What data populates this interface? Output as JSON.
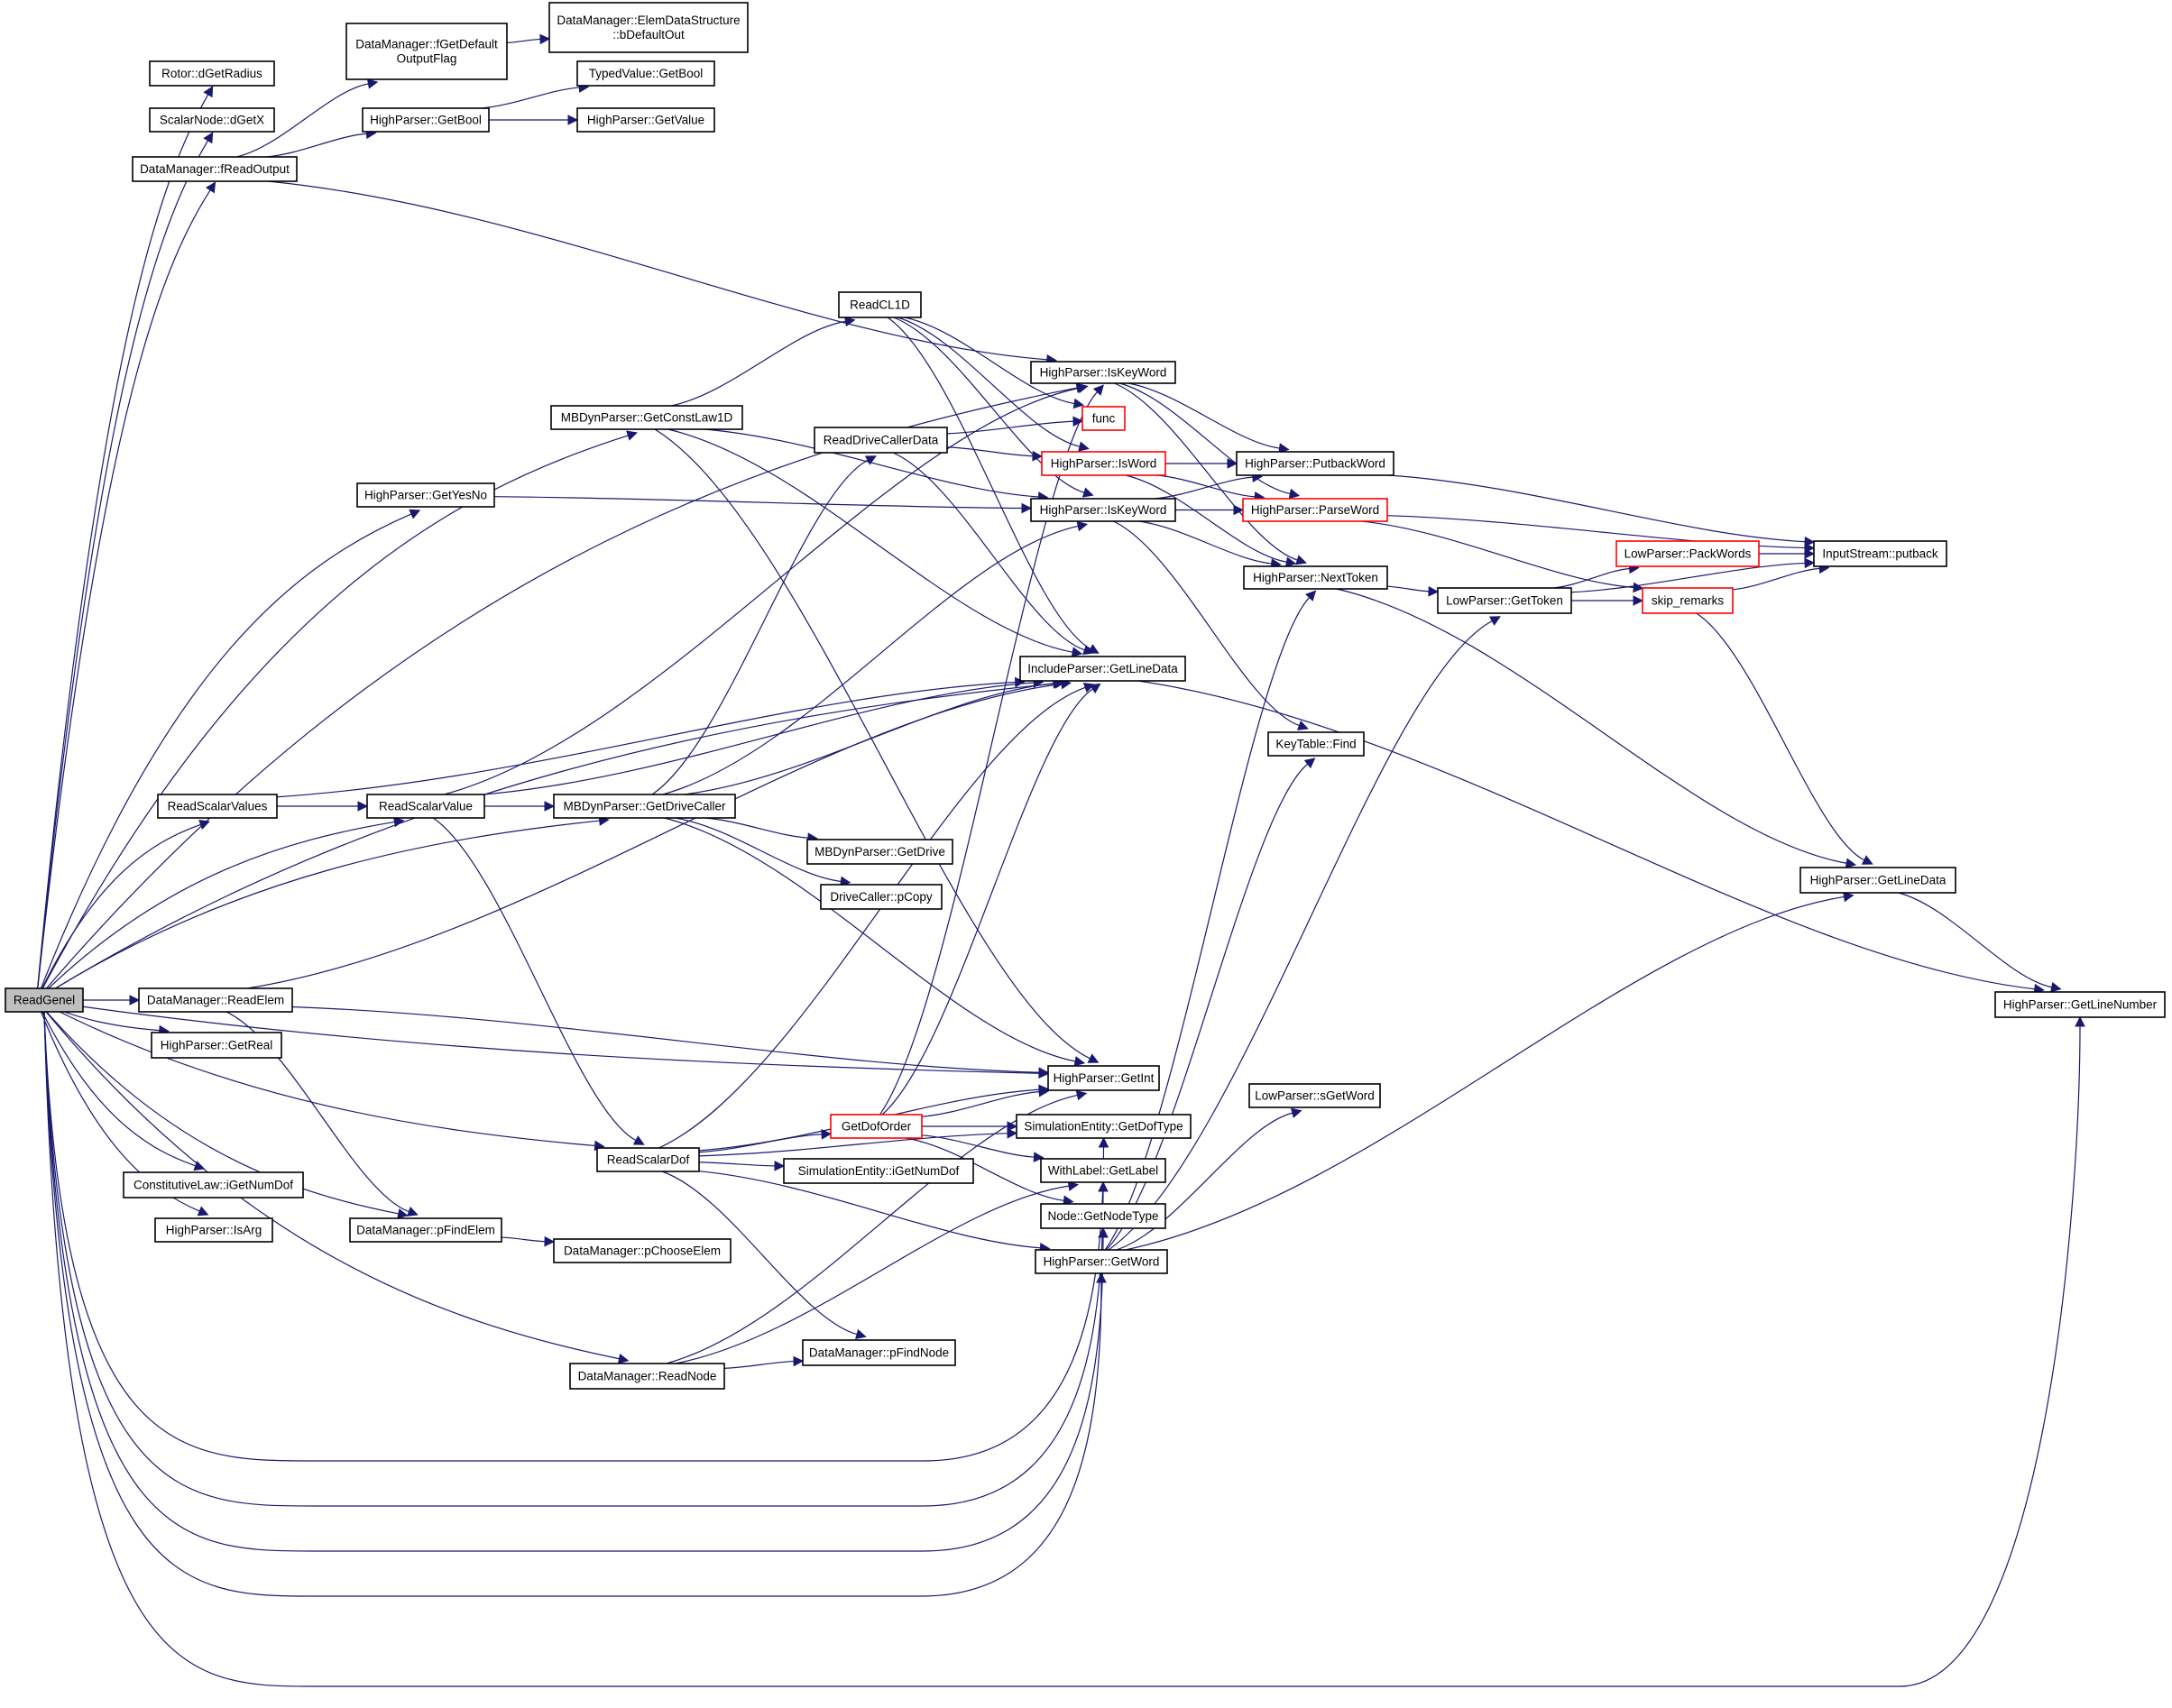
{
  "diagram": {
    "type": "call-graph",
    "root": "ReadGenel",
    "colors": {
      "edge": "#191970",
      "root_fill": "#bfbfbf",
      "node_border": "#000000",
      "truncated_border": "#ff0000"
    },
    "nodes": [
      {
        "id": "ReadGenel",
        "label": [
          "ReadGenel"
        ],
        "style": "root"
      },
      {
        "id": "rotor",
        "label": [
          "Rotor::dGetRadius"
        ]
      },
      {
        "id": "scalarnode",
        "label": [
          "ScalarNode::dGetX"
        ]
      },
      {
        "id": "freadoutput",
        "label": [
          "DataManager::fReadOutput"
        ]
      },
      {
        "id": "fgetdefault",
        "label": [
          "DataManager::fGetDefault",
          "OutputFlag"
        ]
      },
      {
        "id": "bdefaultout",
        "label": [
          "DataManager::ElemDataStructure",
          "::bDefaultOut"
        ]
      },
      {
        "id": "typedgetbool",
        "label": [
          "TypedValue::GetBool"
        ]
      },
      {
        "id": "hpgetbool",
        "label": [
          "HighParser::GetBool"
        ]
      },
      {
        "id": "hpgetvalue",
        "label": [
          "HighParser::GetValue"
        ]
      },
      {
        "id": "readcl1d",
        "label": [
          "ReadCL1D"
        ]
      },
      {
        "id": "getconstlaw",
        "label": [
          "MBDynParser::GetConstLaw1D"
        ]
      },
      {
        "id": "readdcd",
        "label": [
          "ReadDriveCallerData"
        ]
      },
      {
        "id": "getyesno",
        "label": [
          "HighParser::GetYesNo"
        ]
      },
      {
        "id": "iskeyword1",
        "label": [
          "HighParser::IsKeyWord"
        ]
      },
      {
        "id": "func",
        "label": [
          "func"
        ],
        "style": "red"
      },
      {
        "id": "isword",
        "label": [
          "HighParser::IsWord"
        ],
        "style": "red"
      },
      {
        "id": "iskeyword2",
        "label": [
          "HighParser::IsKeyWord"
        ]
      },
      {
        "id": "putbackword",
        "label": [
          "HighParser::PutbackWord"
        ]
      },
      {
        "id": "parseword",
        "label": [
          "HighParser::ParseWord"
        ],
        "style": "red"
      },
      {
        "id": "nexttoken",
        "label": [
          "HighParser::NextToken"
        ]
      },
      {
        "id": "gettoken",
        "label": [
          "LowParser::GetToken"
        ]
      },
      {
        "id": "packwords",
        "label": [
          "LowParser::PackWords"
        ],
        "style": "red"
      },
      {
        "id": "skipremarks",
        "label": [
          "skip_remarks"
        ],
        "style": "red"
      },
      {
        "id": "putback",
        "label": [
          "InputStream::putback"
        ]
      },
      {
        "id": "incgetlinedata",
        "label": [
          "IncludeParser::GetLineData"
        ]
      },
      {
        "id": "keytablefind",
        "label": [
          "KeyTable::Find"
        ]
      },
      {
        "id": "hpgetlinedata",
        "label": [
          "HighParser::GetLineData"
        ]
      },
      {
        "id": "getlinenumber",
        "label": [
          "HighParser::GetLineNumber"
        ]
      },
      {
        "id": "readscalarvalues",
        "label": [
          "ReadScalarValues"
        ]
      },
      {
        "id": "readscalarvalue",
        "label": [
          "ReadScalarValue"
        ]
      },
      {
        "id": "getdrivecaller",
        "label": [
          "MBDynParser::GetDriveCaller"
        ]
      },
      {
        "id": "getdrive",
        "label": [
          "MBDynParser::GetDrive"
        ]
      },
      {
        "id": "pcopy",
        "label": [
          "DriveCaller::pCopy"
        ]
      },
      {
        "id": "readelem",
        "label": [
          "DataManager::ReadElem"
        ]
      },
      {
        "id": "getreal",
        "label": [
          "HighParser::GetReal"
        ]
      },
      {
        "id": "getint",
        "label": [
          "HighParser::GetInt"
        ]
      },
      {
        "id": "getdoforder",
        "label": [
          "GetDofOrder"
        ],
        "style": "red"
      },
      {
        "id": "getdoftype",
        "label": [
          "SimulationEntity::GetDofType"
        ]
      },
      {
        "id": "readscalardof",
        "label": [
          "ReadScalarDof"
        ]
      },
      {
        "id": "igetnumdof",
        "label": [
          "SimulationEntity::iGetNumDof"
        ]
      },
      {
        "id": "getlabel",
        "label": [
          "WithLabel::GetLabel"
        ]
      },
      {
        "id": "sgetword",
        "label": [
          "LowParser::sGetWord"
        ]
      },
      {
        "id": "cligetnumdof",
        "label": [
          "ConstitutiveLaw::iGetNumDof"
        ]
      },
      {
        "id": "getnodetype",
        "label": [
          "Node::GetNodeType"
        ]
      },
      {
        "id": "isarg",
        "label": [
          "HighParser::IsArg"
        ]
      },
      {
        "id": "pfindelem",
        "label": [
          "DataManager::pFindElem"
        ]
      },
      {
        "id": "getword",
        "label": [
          "HighParser::GetWord"
        ]
      },
      {
        "id": "pchooseelem",
        "label": [
          "DataManager::pChooseElem"
        ]
      },
      {
        "id": "pfindnode",
        "label": [
          "DataManager::pFindNode"
        ]
      },
      {
        "id": "readnode",
        "label": [
          "DataManager::ReadNode"
        ]
      }
    ],
    "edges": [
      [
        "ReadGenel",
        "rotor"
      ],
      [
        "ReadGenel",
        "scalarnode"
      ],
      [
        "ReadGenel",
        "freadoutput"
      ],
      [
        "ReadGenel",
        "iskeyword1"
      ],
      [
        "ReadGenel",
        "incgetlinedata"
      ],
      [
        "ReadGenel",
        "getconstlaw"
      ],
      [
        "ReadGenel",
        "getyesno"
      ],
      [
        "ReadGenel",
        "readscalarvalues"
      ],
      [
        "ReadGenel",
        "readscalarvalue"
      ],
      [
        "ReadGenel",
        "getdrivecaller"
      ],
      [
        "ReadGenel",
        "readelem"
      ],
      [
        "ReadGenel",
        "getreal"
      ],
      [
        "ReadGenel",
        "getint"
      ],
      [
        "ReadGenel",
        "cligetnumdof"
      ],
      [
        "ReadGenel",
        "isarg"
      ],
      [
        "ReadGenel",
        "pfindelem"
      ],
      [
        "ReadGenel",
        "readscalardof"
      ],
      [
        "ReadGenel",
        "readnode"
      ],
      [
        "ReadGenel",
        "getdoftype"
      ],
      [
        "ReadGenel",
        "getlabel"
      ],
      [
        "ReadGenel",
        "getnodetype"
      ],
      [
        "ReadGenel",
        "getword"
      ],
      [
        "ReadGenel",
        "getlinenumber"
      ],
      [
        "freadoutput",
        "fgetdefault"
      ],
      [
        "freadoutput",
        "hpgetbool"
      ],
      [
        "freadoutput",
        "iskeyword1"
      ],
      [
        "fgetdefault",
        "bdefaultout"
      ],
      [
        "hpgetbool",
        "typedgetbool"
      ],
      [
        "hpgetbool",
        "hpgetvalue"
      ],
      [
        "getconstlaw",
        "readcl1d"
      ],
      [
        "getconstlaw",
        "iskeyword2"
      ],
      [
        "getconstlaw",
        "incgetlinedata"
      ],
      [
        "getconstlaw",
        "getint"
      ],
      [
        "readcl1d",
        "func"
      ],
      [
        "readcl1d",
        "isword"
      ],
      [
        "readcl1d",
        "iskeyword2"
      ],
      [
        "readcl1d",
        "incgetlinedata"
      ],
      [
        "readdcd",
        "func"
      ],
      [
        "readdcd",
        "isword"
      ],
      [
        "readdcd",
        "incgetlinedata"
      ],
      [
        "getyesno",
        "iskeyword2"
      ],
      [
        "iskeyword1",
        "putbackword"
      ],
      [
        "iskeyword1",
        "parseword"
      ],
      [
        "iskeyword1",
        "nexttoken"
      ],
      [
        "isword",
        "putbackword"
      ],
      [
        "isword",
        "parseword"
      ],
      [
        "isword",
        "nexttoken"
      ],
      [
        "iskeyword2",
        "putbackword"
      ],
      [
        "iskeyword2",
        "parseword"
      ],
      [
        "iskeyword2",
        "nexttoken"
      ],
      [
        "iskeyword2",
        "keytablefind"
      ],
      [
        "putbackword",
        "putback"
      ],
      [
        "parseword",
        "putback"
      ],
      [
        "parseword",
        "skipremarks"
      ],
      [
        "nexttoken",
        "gettoken"
      ],
      [
        "nexttoken",
        "hpgetlinedata"
      ],
      [
        "gettoken",
        "packwords"
      ],
      [
        "gettoken",
        "skipremarks"
      ],
      [
        "gettoken",
        "putback"
      ],
      [
        "packwords",
        "putback"
      ],
      [
        "skipremarks",
        "putback"
      ],
      [
        "skipremarks",
        "hpgetlinedata"
      ],
      [
        "incgetlinedata",
        "getlinenumber"
      ],
      [
        "hpgetlinedata",
        "getlinenumber"
      ],
      [
        "readscalarvalues",
        "readscalarvalue"
      ],
      [
        "readscalarvalues",
        "incgetlinedata"
      ],
      [
        "readscalarvalue",
        "getdrivecaller"
      ],
      [
        "readscalarvalue",
        "iskeyword1"
      ],
      [
        "readscalarvalue",
        "incgetlinedata"
      ],
      [
        "readscalarvalue",
        "readscalardof"
      ],
      [
        "getdrivecaller",
        "readdcd"
      ],
      [
        "getdrivecaller",
        "iskeyword2"
      ],
      [
        "getdrivecaller",
        "incgetlinedata"
      ],
      [
        "getdrivecaller",
        "getint"
      ],
      [
        "getdrivecaller",
        "getdrive"
      ],
      [
        "getdrivecaller",
        "pcopy"
      ],
      [
        "readelem",
        "incgetlinedata"
      ],
      [
        "readelem",
        "pfindelem"
      ],
      [
        "readelem",
        "getint"
      ],
      [
        "readscalardof",
        "incgetlinedata"
      ],
      [
        "readscalardof",
        "getint"
      ],
      [
        "readscalardof",
        "getdoforder"
      ],
      [
        "readscalardof",
        "igetnumdof"
      ],
      [
        "readscalardof",
        "getdoftype"
      ],
      [
        "readscalardof",
        "getword"
      ],
      [
        "readscalardof",
        "pfindnode"
      ],
      [
        "getdoforder",
        "iskeyword1"
      ],
      [
        "getdoforder",
        "incgetlinedata"
      ],
      [
        "getdoforder",
        "getint"
      ],
      [
        "getdoforder",
        "getdoftype"
      ],
      [
        "getdoforder",
        "getlabel"
      ],
      [
        "getdoforder",
        "getnodetype"
      ],
      [
        "pfindelem",
        "pchooseelem"
      ],
      [
        "readnode",
        "pfindnode"
      ],
      [
        "readnode",
        "getint"
      ],
      [
        "readnode",
        "getlabel"
      ],
      [
        "getword",
        "nexttoken"
      ],
      [
        "getword",
        "keytablefind"
      ],
      [
        "getword",
        "gettoken"
      ],
      [
        "getword",
        "sgetword"
      ],
      [
        "getword",
        "hpgetlinedata"
      ]
    ]
  }
}
